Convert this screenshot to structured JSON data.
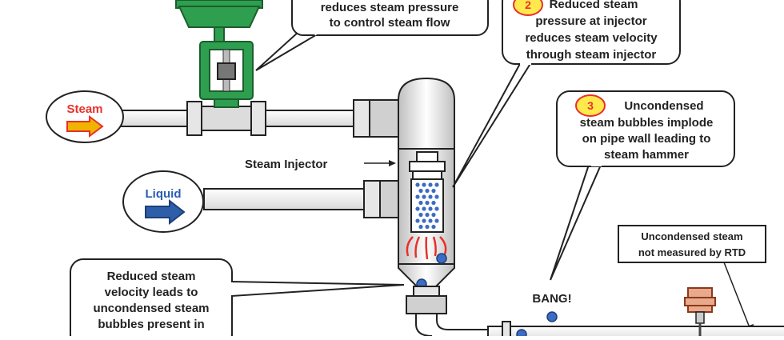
{
  "callout_1": {
    "lines": [
      "reduces steam pressure",
      "to control steam flow"
    ]
  },
  "callout_2": {
    "number": "2",
    "lines": [
      "Reduced steam",
      "pressure at injector",
      "reduces steam velocity",
      "through steam injector"
    ]
  },
  "callout_3": {
    "number": "3",
    "lines": [
      "Uncondensed",
      "steam bubbles implode",
      "on pipe wall leading to",
      "steam hammer"
    ]
  },
  "callout_4": {
    "lines": [
      "Uncondensed steam",
      "not measured by RTD"
    ]
  },
  "callout_5": {
    "lines": [
      "Reduced steam",
      "velocity leads to",
      "uncondensed steam",
      "bubbles present in"
    ]
  },
  "labels": {
    "steam": "Steam",
    "liquid": "Liquid",
    "injector": "Steam Injector",
    "bang": "BANG!"
  },
  "colors": {
    "valve_green": "#2e9e4f",
    "steam_text": "#e8302a",
    "steam_arrow": "#f0b400",
    "liquid_text": "#2a5db0",
    "liquid_arrow": "#2f5ea8",
    "callout_number_fill": "#ffe94d",
    "callout_number_ring": "#e8302a",
    "bubble": "#3c6cc4",
    "steam_jet": "#e8302a"
  }
}
